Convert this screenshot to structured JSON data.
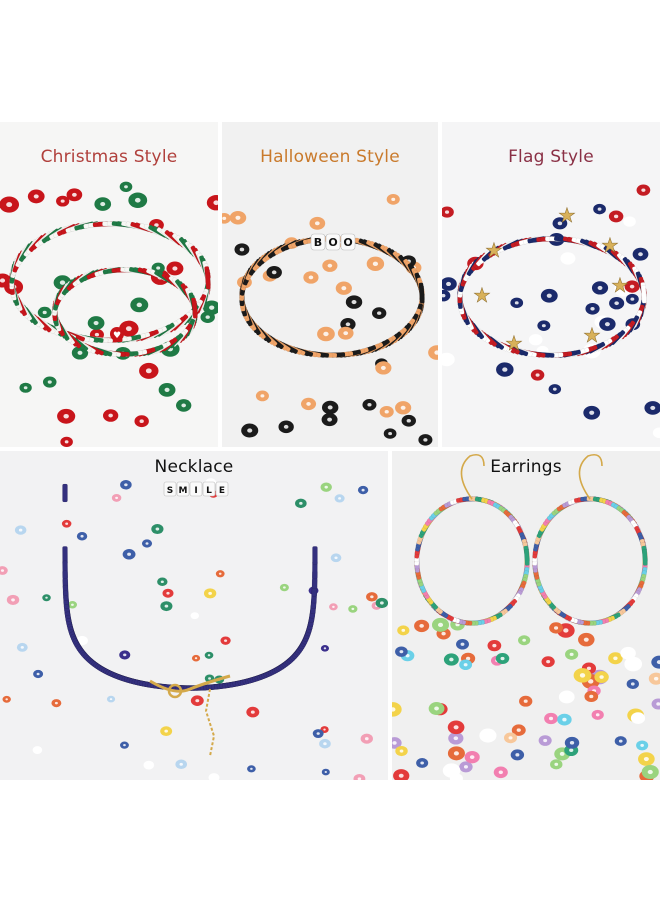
{
  "panels": {
    "christmas": {
      "label": "Christmas Style",
      "label_color": "#b0403c"
    },
    "halloween": {
      "label": "Halloween Style",
      "label_color": "#c97a2c"
    },
    "flag": {
      "label": "Flag Style",
      "label_color": "#8a3045"
    },
    "necklace": {
      "label": "Necklace",
      "label_color": "#111111"
    },
    "earrings": {
      "label": "Earrings",
      "label_color": "#111111"
    }
  },
  "bead_letters": {
    "boo": [
      "B",
      "O",
      "O"
    ],
    "smile": [
      "S",
      "M",
      "I",
      "L",
      "E"
    ]
  },
  "colors": {
    "christmas_red": "#c8151b",
    "christmas_green": "#1f7a45",
    "christmas_white": "#f7f7f4",
    "halloween_orange": "#f0a468",
    "halloween_black": "#1b1b1b",
    "flag_navy": "#1b2a6b",
    "flag_red": "#c41c23",
    "flag_gold": "#d8b15a",
    "necklace_purple": "#34307e",
    "chain_gold": "#d4a94a"
  }
}
